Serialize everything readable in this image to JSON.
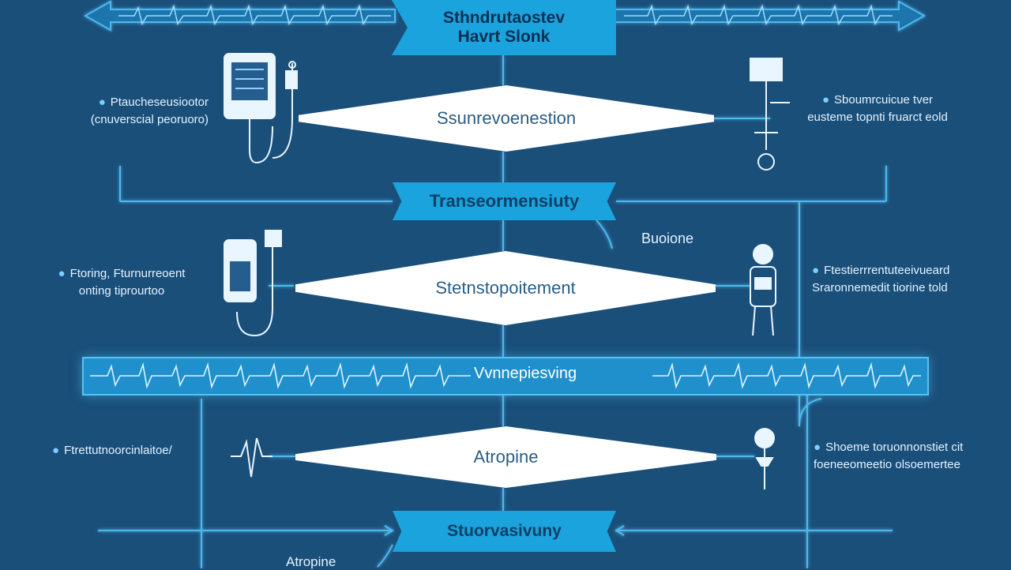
{
  "header": {
    "title_line1": "Sthndrutaostev",
    "title_line2": "Havrt Slonk"
  },
  "middle_banner": "Transeormensiuty",
  "bottom_banner": "Stuorvasivuny",
  "ecg_band_label": "Vvnnepiesving",
  "diamonds": [
    "Ssunrevoenestion",
    "Stetnstopoitement",
    "Atropine"
  ],
  "floating_label": "Buoione",
  "bottom_label": "Atropine",
  "left_labels": [
    {
      "line1": "Ptaucheseusiootor",
      "line2": "(cnuverscial peoruoro)"
    },
    {
      "line1": "Ftoring, Fturnurreoent",
      "line2": "onting tiprourtoo"
    },
    {
      "line1": "Ftrettutnoorcinlaitoe/",
      "line2": ""
    }
  ],
  "right_labels": [
    {
      "line1": "Sboumrcuicue tver",
      "line2": "eusteme topnti fruarct eold"
    },
    {
      "line1": "Ftestierrrentuteeivueard",
      "line2": "Sraronnemedit tiorine told"
    },
    {
      "line1": "Shoeme toruonnonstiet cit",
      "line2": "foeneeomeetio olsoemertee"
    }
  ],
  "colors": {
    "background": "#1a4f7a",
    "banner": "#1aa3dc",
    "line": "#4fb8ec",
    "diamond": "#ffffff",
    "diamond_text": "#2a5d86"
  },
  "icons": [
    "infusion-monitor-icon",
    "iv-stand-icon",
    "syringe-pump-icon",
    "patient-figure-icon",
    "heartbeat-icon",
    "stethoscope-icon"
  ]
}
